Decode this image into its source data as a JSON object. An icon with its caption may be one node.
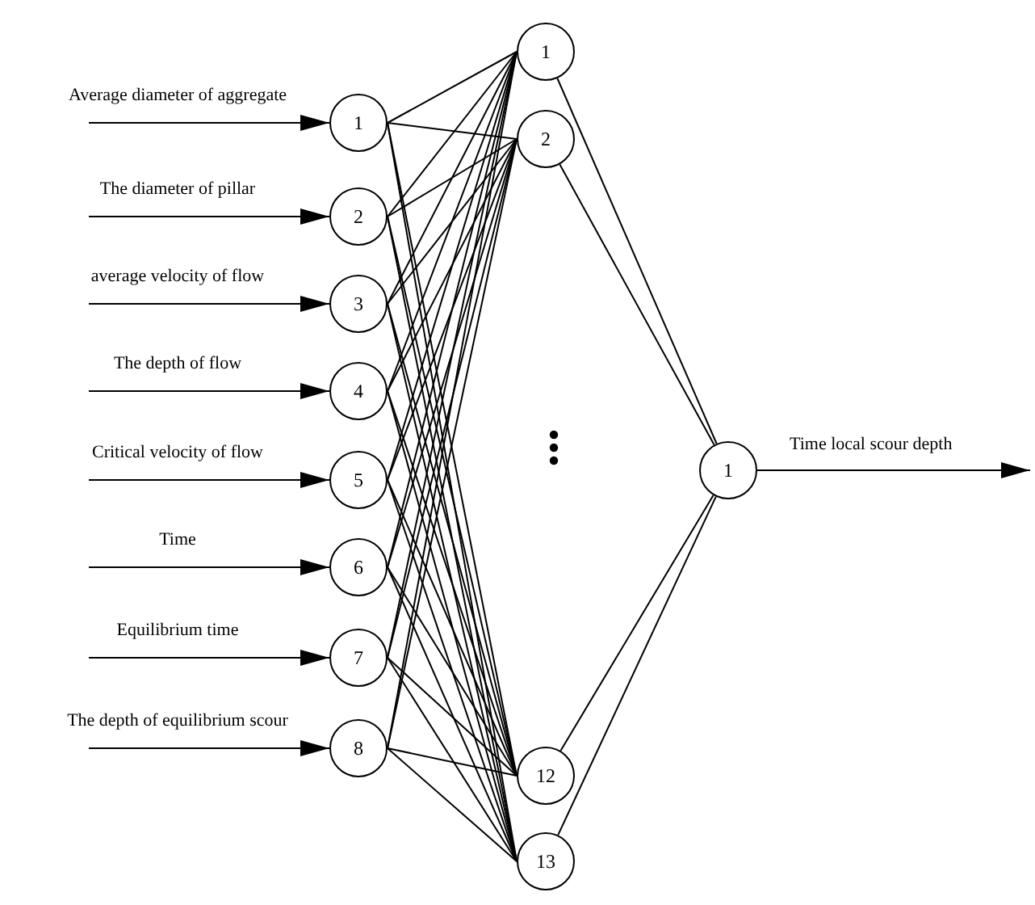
{
  "diagram": {
    "nodes": [
      {
        "text": [
          "1"
        ]
      },
      {
        "text": [
          "2"
        ]
      },
      {
        "text": [
          "3"
        ]
      },
      {
        "text": [
          "4"
        ]
      },
      {
        "text": [
          "5"
        ]
      },
      {
        "text": [
          "6"
        ]
      },
      {
        "text": [
          "7"
        ]
      },
      {
        "text": [
          "8"
        ]
      },
      {
        "text": [
          "1"
        ]
      },
      {
        "text": [
          "2"
        ]
      },
      {
        "text": [
          "12"
        ]
      },
      {
        "text": [
          "13"
        ]
      },
      {
        "text": [
          "1"
        ],
        "beside": [
          "Time local scour depth"
        ]
      }
    ],
    "edges": [
      {
        "from": null,
        "to": 0,
        "arrow": "to"
      },
      {
        "from": null,
        "to": 1,
        "arrow": "to"
      },
      {
        "from": null,
        "to": 2,
        "arrow": "to"
      },
      {
        "from": null,
        "to": 3,
        "arrow": "to"
      },
      {
        "from": null,
        "to": 4,
        "arrow": "to"
      },
      {
        "from": null,
        "to": 5,
        "arrow": "to"
      },
      {
        "from": null,
        "to": 6,
        "arrow": "to"
      },
      {
        "from": null,
        "to": 7,
        "arrow": "to"
      },
      {
        "from": 0,
        "to": 8,
        "arrow": "none"
      },
      {
        "from": 0,
        "to": 9,
        "arrow": "none"
      },
      {
        "from": 0,
        "to": 10,
        "arrow": "none"
      },
      {
        "from": 0,
        "to": 11,
        "arrow": "none"
      },
      {
        "from": 1,
        "to": 8,
        "arrow": "none"
      },
      {
        "from": 1,
        "to": 9,
        "arrow": "none"
      },
      {
        "from": 1,
        "to": 10,
        "arrow": "none"
      },
      {
        "from": 1,
        "to": 11,
        "arrow": "none"
      },
      {
        "from": 2,
        "to": 8,
        "arrow": "none"
      },
      {
        "from": 2,
        "to": 9,
        "arrow": "none"
      },
      {
        "from": 2,
        "to": 10,
        "arrow": "none"
      },
      {
        "from": 2,
        "to": 11,
        "arrow": "none"
      },
      {
        "from": 3,
        "to": 8,
        "arrow": "none"
      },
      {
        "from": 3,
        "to": 9,
        "arrow": "none"
      },
      {
        "from": 3,
        "to": 10,
        "arrow": "none"
      },
      {
        "from": 3,
        "to": 11,
        "arrow": "none"
      },
      {
        "from": 4,
        "to": 8,
        "arrow": "none"
      },
      {
        "from": 4,
        "to": 9,
        "arrow": "none"
      },
      {
        "from": 4,
        "to": 10,
        "arrow": "none"
      },
      {
        "from": 4,
        "to": 11,
        "arrow": "none"
      },
      {
        "from": 5,
        "to": 8,
        "arrow": "none"
      },
      {
        "from": 5,
        "to": 9,
        "arrow": "none"
      },
      {
        "from": 5,
        "to": 10,
        "arrow": "none"
      },
      {
        "from": 5,
        "to": 11,
        "arrow": "none"
      },
      {
        "from": 6,
        "to": 8,
        "arrow": "none"
      },
      {
        "from": 6,
        "to": 9,
        "arrow": "none"
      },
      {
        "from": 6,
        "to": 10,
        "arrow": "none"
      },
      {
        "from": 6,
        "to": 11,
        "arrow": "none"
      },
      {
        "from": 7,
        "to": 8,
        "arrow": "none"
      },
      {
        "from": 7,
        "to": 9,
        "arrow": "none"
      },
      {
        "from": 7,
        "to": 10,
        "arrow": "none"
      },
      {
        "from": 7,
        "to": 11,
        "arrow": "none"
      },
      {
        "from": 8,
        "to": 12,
        "arrow": "none"
      },
      {
        "from": 9,
        "to": 12,
        "arrow": "none"
      },
      {
        "from": 10,
        "to": 12,
        "arrow": "none"
      },
      {
        "from": 11,
        "to": 12,
        "arrow": "none"
      },
      {
        "from": 12,
        "to": null,
        "arrow": "to"
      }
    ],
    "labels": [
      "Average diameter of aggregate",
      "The diameter of pillar",
      "average velocity of flow",
      "The depth of flow",
      "Critical velocity of flow",
      "Time",
      "Equilibrium time",
      "The depth of equilibrium scour"
    ]
  }
}
